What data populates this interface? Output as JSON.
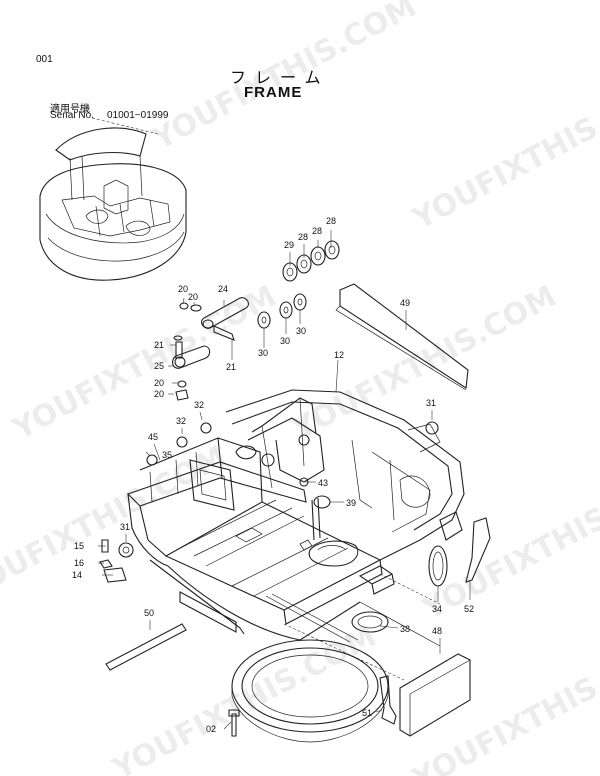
{
  "header": {
    "page_number": "001",
    "title_jp": "フレーム",
    "title_en": "FRAME",
    "serial_label_jp": "適用号機",
    "serial_label_en": "Serial No.",
    "serial_range": "01001~01999"
  },
  "watermark": "YOUFIXTHIS.COM",
  "callouts": [
    "02",
    "12",
    "14",
    "15",
    "16",
    "20",
    "20",
    "20",
    "20",
    "21",
    "21",
    "24",
    "25",
    "28",
    "28",
    "28",
    "29",
    "30",
    "30",
    "30",
    "31",
    "31",
    "32",
    "32",
    "34",
    "35",
    "38",
    "39",
    "43",
    "45",
    "48",
    "49",
    "50",
    "51",
    "52"
  ]
}
